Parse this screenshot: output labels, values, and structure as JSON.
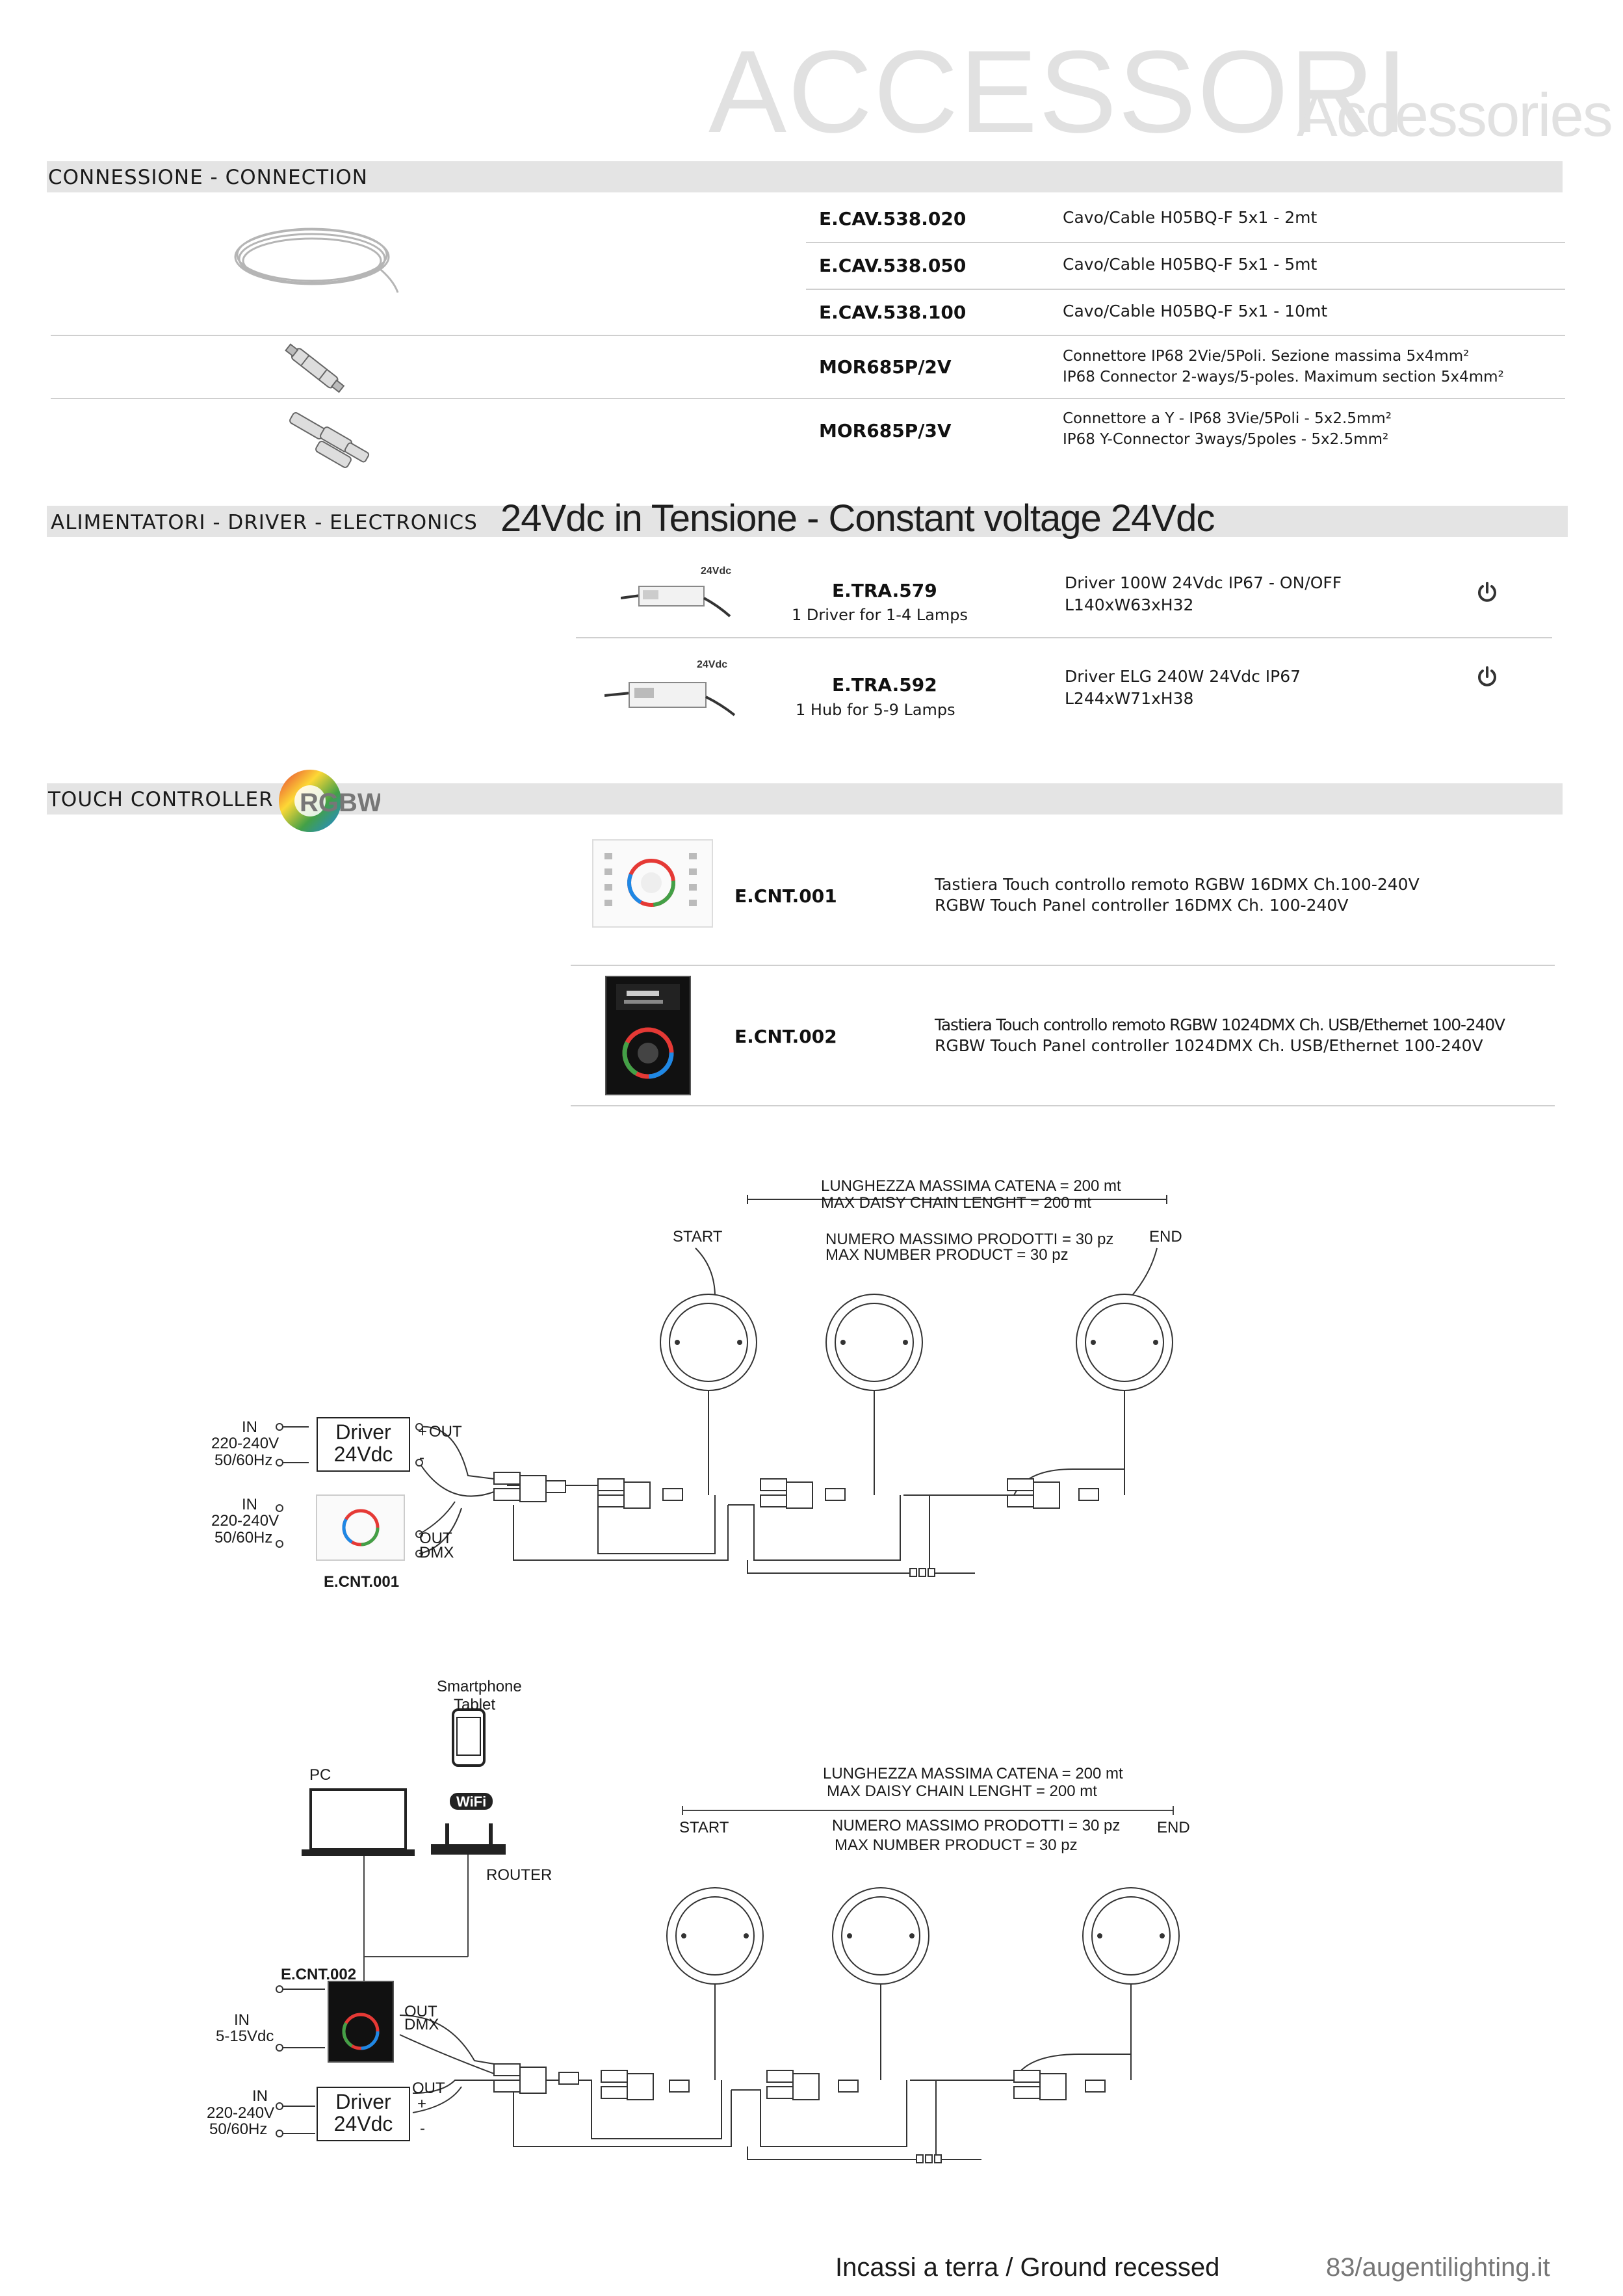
{
  "header": {
    "title": "ACCESSORI",
    "subtitle": "Accessories"
  },
  "connection": {
    "label": "CONNESSIONE - CONNECTION",
    "rows": [
      {
        "code": "E.CAV.538.020",
        "desc": "Cavo/Cable H05BQ-F 5x1 - 2mt"
      },
      {
        "code": "E.CAV.538.050",
        "desc": "Cavo/Cable H05BQ-F 5x1 - 5mt"
      },
      {
        "code": "E.CAV.538.100",
        "desc": "Cavo/Cable H05BQ-F 5x1 - 10mt"
      },
      {
        "code": "MOR685P/2V",
        "desc1": "Connettore IP68 2Vie/5Poli. Sezione massima 5x4mm²",
        "desc2": "IP68 Connector 2-ways/5-poles. Maximum section 5x4mm²"
      },
      {
        "code": "MOR685P/3V",
        "desc1": "Connettore a Y - IP68 3Vie/5Poli - 5x2.5mm²",
        "desc2": "IP68 Y-Connector 3ways/5poles - 5x2.5mm²"
      }
    ]
  },
  "drivers": {
    "label": "ALIMENTATORI - DRIVER - ELECTRONICS",
    "subtitle": "24Vdc in Tensione - Constant voltage 24Vdc",
    "rows": [
      {
        "badge": "24Vdc",
        "code": "E.TRA.579",
        "note": "1 Driver for 1-4 Lamps",
        "desc1": "Driver 100W 24Vdc IP67 - ON/OFF",
        "desc2": "L140xW63xH32",
        "icon": "power-icon"
      },
      {
        "badge": "24Vdc",
        "code": "E.TRA.592",
        "note": "1 Hub for 5-9 Lamps",
        "desc1": "Driver ELG 240W 24Vdc IP67",
        "desc2": "L244xW71xH38",
        "icon": "power-icon"
      }
    ]
  },
  "touch": {
    "label": "TOUCH CONTROLLER",
    "logo": "RGBW",
    "rows": [
      {
        "code": "E.CNT.001",
        "desc1": "Tastiera Touch controllo remoto RGBW 16DMX Ch.100-240V",
        "desc2": "RGBW Touch Panel controller 16DMX Ch. 100-240V"
      },
      {
        "code": "E.CNT.002",
        "desc1": "Tastiera Touch controllo remoto RGBW 1024DMX Ch. USB/Ethernet 100-240V",
        "desc2": "RGBW Touch Panel controller 1024DMX Ch. USB/Ethernet 100-240V"
      }
    ]
  },
  "diagram1": {
    "chain1": "LUNGHEZZA MASSIMA CATENA = 200 mt",
    "chain2": "MAX DAISY CHAIN LENGHT = 200 mt",
    "start": "START",
    "end": "END",
    "num1": "NUMERO MASSIMO PRODOTTI = 30 pz",
    "num2": "MAX NUMBER PRODUCT = 30 pz",
    "in1": {
      "l1": "IN",
      "l2": "220-240V",
      "l3": "50/60Hz"
    },
    "in2": {
      "l1": "IN",
      "l2": "220-240V",
      "l3": "50/60Hz"
    },
    "driver1": "Driver",
    "driver2": "24Vdc",
    "plus": "+",
    "minus": "-",
    "out": "OUT",
    "out_dmx1": "OUT",
    "out_dmx2": "DMX",
    "controller": "E.CNT.001"
  },
  "diagram2": {
    "smartphone1": "Smartphone",
    "smartphone2": "Tablet",
    "pc": "PC",
    "wifi": "WiFi",
    "router": "ROUTER",
    "chain1": "LUNGHEZZA MASSIMA CATENA = 200 mt",
    "chain2": "MAX DAISY CHAIN LENGHT = 200 mt",
    "start": "START",
    "end": "END",
    "num1": "NUMERO MASSIMO PRODOTTI = 30 pz",
    "num2": "MAX NUMBER PRODUCT = 30 pz",
    "controller": "E.CNT.002",
    "in1": {
      "l1": "IN",
      "l2": "5-15Vdc"
    },
    "in2": {
      "l1": "IN",
      "l2": "220-240V",
      "l3": "50/60Hz"
    },
    "out_dmx1": "OUT",
    "out_dmx2": "DMX",
    "out": "OUT",
    "plus": "+",
    "minus": "-",
    "driver1": "Driver",
    "driver2": "24Vdc"
  },
  "footer": {
    "left": "Incassi a terra / Ground recessed",
    "right": "83/augentilighting.it"
  }
}
